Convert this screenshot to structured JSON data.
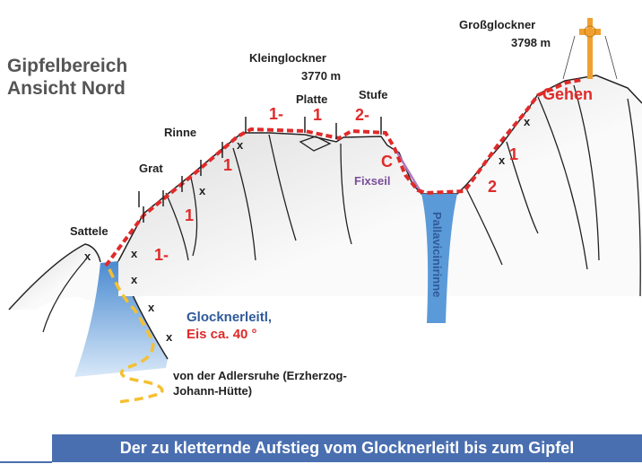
{
  "title": {
    "line1": "Gipfelbereich",
    "line2": "Ansicht Nord"
  },
  "peaks": {
    "kleinglockner": {
      "name": "Kleinglockner",
      "height": "3770 m"
    },
    "grossglockner": {
      "name": "Großglockner",
      "height": "3798 m"
    }
  },
  "features": {
    "platte": "Platte",
    "stufe": "Stufe",
    "rinne": "Rinne",
    "grat": "Grat",
    "sattele": "Sattele",
    "fixseil": "Fixseil",
    "pallavicinirinne": "Pallavicinirinne",
    "glocknerleitl": "Glocknerleitl,",
    "eis": "Eis ca. 40 °",
    "adlersruhe1": "von der Adlersruhe (Erzherzog-",
    "adlersruhe2": "Johann-Hütte)"
  },
  "grades": [
    "1-",
    "1",
    "2-",
    "1",
    "1",
    "1-",
    "C",
    "2",
    "1",
    "Gehen"
  ],
  "marker": "x",
  "banner": "Der zu kletternde Aufstieg vom Glocknerleitl bis zum Gipfel",
  "colors": {
    "route": "#e02a2a",
    "ice": "#5b9ad8",
    "banner": "#4a6fb0",
    "cross": "#f0a030",
    "fixseil": "#7a4f9a"
  }
}
